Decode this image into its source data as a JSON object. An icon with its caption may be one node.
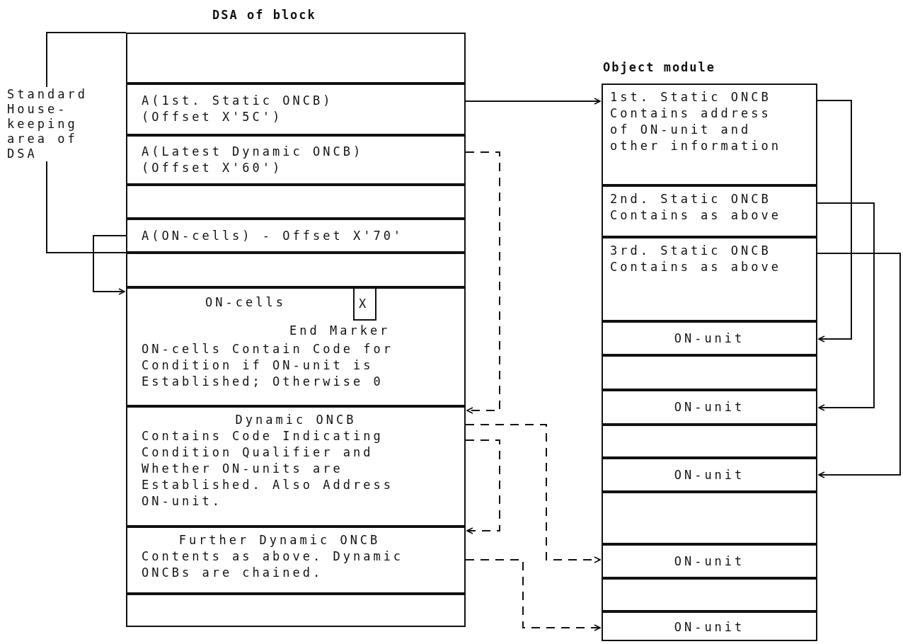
{
  "diagram": {
    "nodes": [
      {
        "text": [
          "DSA of block"
        ]
      },
      {
        "text": [],
        "shape": "box",
        "in": 0
      },
      {
        "text": [
          "A(1st. Static ONCB) (Offset X'5C')"
        ],
        "in": 0
      },
      {
        "text": [
          "A(Latest Dynamic ONCB) (Offset X'60')"
        ],
        "in": 0
      },
      {
        "text": [],
        "shape": "box",
        "in": 0
      },
      {
        "text": [
          "A(ON-cells) - Offset X'70'"
        ],
        "in": 0
      },
      {
        "text": [],
        "shape": "box",
        "in": 0
      },
      {
        "text": [
          "ON-cells",
          "ON-cells Contain Code for Condition if ON-unit is Established; Otherwise 0"
        ],
        "in": 0
      },
      {
        "text": [
          "X"
        ],
        "in": 7,
        "beside": [
          "End Marker"
        ]
      },
      {
        "text": [
          "Dynamic ONCB",
          "Contains Code Indicating Condition Qualifier and Whether ON-units are Established. Also Address ON-unit."
        ],
        "in": 0
      },
      {
        "text": [
          "Further Dynamic ONCB",
          "Contents as above. Dynamic ONCBs are chained."
        ],
        "in": 0
      },
      {
        "text": [],
        "shape": "box",
        "in": 0
      },
      {
        "text": [
          "Object module"
        ]
      },
      {
        "text": [
          "1st. Static ONCB",
          "Contains address of ON-unit and other information"
        ],
        "in": 12
      },
      {
        "text": [
          "2nd. Static ONCB",
          "Contains as above"
        ],
        "in": 12
      },
      {
        "text": [
          "3rd. Static ONCB",
          "Contains as above"
        ],
        "in": 12
      },
      {
        "text": [
          "ON-unit"
        ],
        "in": 12
      },
      {
        "text": [],
        "shape": "box",
        "in": 12
      },
      {
        "text": [
          "ON-unit"
        ],
        "in": 12
      },
      {
        "text": [],
        "shape": "box",
        "in": 12
      },
      {
        "text": [
          "ON-unit"
        ],
        "in": 12
      },
      {
        "text": [],
        "shape": "box",
        "in": 12
      },
      {
        "text": [
          "ON-unit"
        ],
        "in": 12
      },
      {
        "text": [],
        "shape": "box",
        "in": 12
      },
      {
        "text": [
          "ON-unit"
        ],
        "in": 12
      }
    ],
    "edges": [
      {
        "from": 2,
        "to": 13,
        "arrow": "to"
      },
      {
        "from": 5,
        "to": 7,
        "arrow": "to"
      },
      {
        "from": 3,
        "to": 9,
        "arrow": "to",
        "style": "dashed"
      },
      {
        "from": 9,
        "to": 22,
        "arrow": "to",
        "style": "dashed"
      },
      {
        "from": 9,
        "to": 10,
        "arrow": "to",
        "style": "dashed"
      },
      {
        "from": 10,
        "to": 24,
        "arrow": "to",
        "style": "dashed"
      },
      {
        "from": 13,
        "to": 16,
        "arrow": "to"
      },
      {
        "from": 14,
        "to": 18,
        "arrow": "to"
      },
      {
        "from": 15,
        "to": 20,
        "arrow": "to"
      }
    ],
    "labels": [
      "Standard House-keeping area of DSA"
    ]
  }
}
